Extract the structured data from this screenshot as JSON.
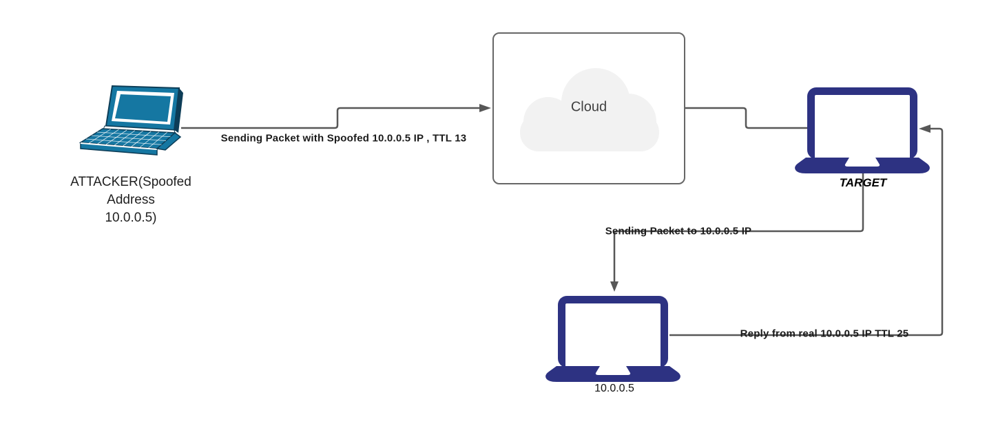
{
  "nodes": {
    "attacker": {
      "label": "ATTACKER(Spoofed Address 10.0.0.5)",
      "label_lines": [
        "ATTACKER(Spoofed",
        "Address",
        "10.0.0.5)"
      ],
      "icon": "laptop-3d-icon"
    },
    "cloud": {
      "label": "Cloud",
      "icon": "cloud-icon"
    },
    "target": {
      "label": "TARGET",
      "icon": "laptop-icon"
    },
    "real_host": {
      "label": "10.0.0.5",
      "icon": "laptop-icon"
    }
  },
  "edges": {
    "attacker_to_cloud": {
      "label": "Sending Packet with Spoofed 10.0.0.5 IP , TTL 13",
      "arrow": "end"
    },
    "cloud_to_target": {
      "label": "",
      "arrow": "none"
    },
    "target_to_real_host": {
      "label": "Sending Packet to 10.0.0.5 IP",
      "arrow": "end"
    },
    "real_host_to_target": {
      "label": "Reply from real 10.0.0.5 IP TTL 25",
      "arrow": "end"
    }
  },
  "colors": {
    "edge": "#575757",
    "laptop_navy": "#2D3282",
    "laptop_teal": "#1577A2",
    "laptop_teal_dark": "#0D3D57",
    "cloud_fill": "#F2F2F2",
    "cloud_border": "#666666",
    "edge_label_text": "#1A1A1A"
  }
}
